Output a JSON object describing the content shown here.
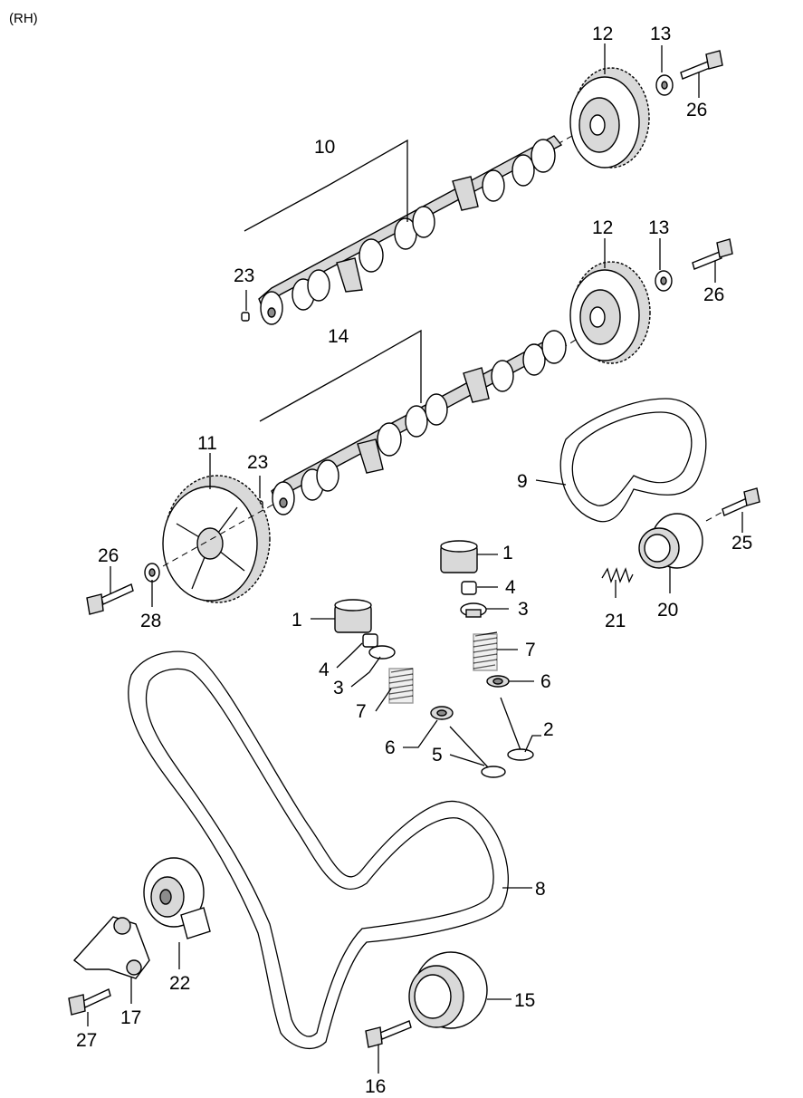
{
  "header": {
    "variant": "(RH)"
  },
  "callouts": {
    "c1a": "1",
    "c1b": "1",
    "c2": "2",
    "c3a": "3",
    "c3b": "3",
    "c4a": "4",
    "c4b": "4",
    "c5": "5",
    "c6a": "6",
    "c6b": "6",
    "c7a": "7",
    "c7b": "7",
    "c8": "8",
    "c9": "9",
    "c10": "10",
    "c11": "11",
    "c12a": "12",
    "c12b": "12",
    "c13a": "13",
    "c13b": "13",
    "c14": "14",
    "c15": "15",
    "c16": "16",
    "c17": "17",
    "c20": "20",
    "c21": "21",
    "c22": "22",
    "c23a": "23",
    "c23b": "23",
    "c25": "25",
    "c26a": "26",
    "c26b": "26",
    "c26c": "26",
    "c27": "27",
    "c28": "28"
  }
}
